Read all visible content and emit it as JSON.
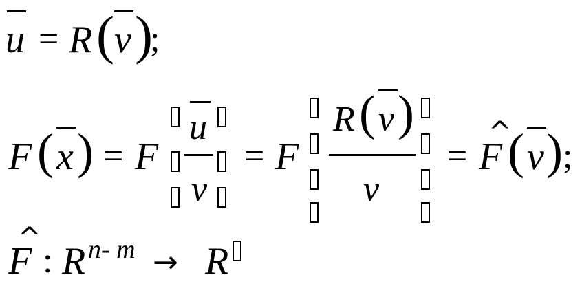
{
  "line1": {
    "u": "u",
    "eq": "=",
    "R": "R",
    "lparen": "(",
    "v": "v",
    "rparen": ")",
    "semi": ";"
  },
  "line2": {
    "F1": "F",
    "lparen1": "(",
    "x": "x",
    "rparen1": ")",
    "eq1": "=",
    "F2": "F",
    "u": "u",
    "v1": "v",
    "eq2": "=",
    "F3": "F",
    "R": "R",
    "lparen2": "(",
    "v2": "v",
    "rparen2": ")",
    "v3": "v",
    "eq3": "=",
    "Fhat": "F",
    "hat": "^",
    "lparen3": "(",
    "v4": "v",
    "rparen3": ")",
    "semi": ";"
  },
  "line3": {
    "Fhat": "F",
    "hat": "^",
    "colon": ":",
    "R1": "R",
    "exp": "n- m",
    "arrow": "→",
    "R2": "R"
  }
}
